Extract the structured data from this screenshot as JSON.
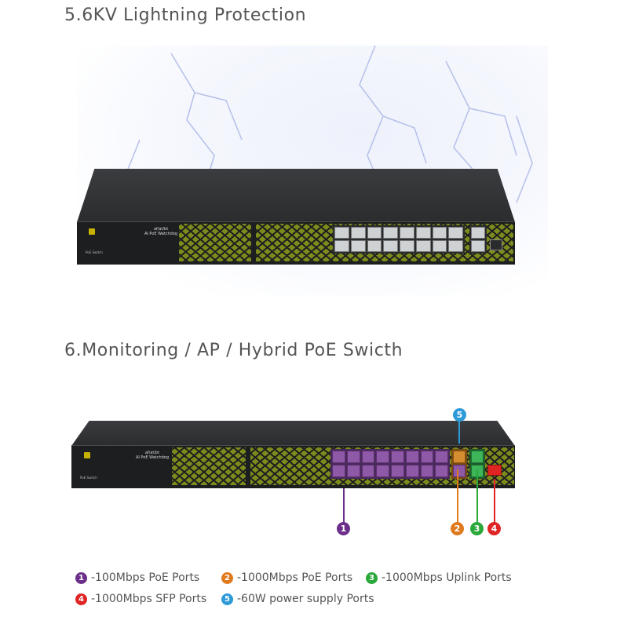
{
  "section1": {
    "heading": "5.6KV Lightning Protection"
  },
  "section2": {
    "heading": "6.Monitoring / AP / Hybrid PoE Swicth"
  },
  "switch_labels": {
    "model_line1": "af/at/bt",
    "model_line2": "AI PoE Watchdog",
    "product_name": "PoE Switch"
  },
  "callouts": [
    {
      "number": "1",
      "color": "#6b2e8a",
      "label": "-100Mbps PoE Ports"
    },
    {
      "number": "2",
      "color": "#e07a1f",
      "label": "-1000Mbps PoE Ports"
    },
    {
      "number": "3",
      "color": "#2aa83a",
      "label": "-1000Mbps Uplink Ports"
    },
    {
      "number": "4",
      "color": "#e02424",
      "label": "-1000Mbps SFP Ports"
    },
    {
      "number": "5",
      "color": "#2e9ad8",
      "label": "-60W power supply Ports"
    }
  ],
  "colors": {
    "panel_olive": "#7d8a1c",
    "chassis": "#1d1e20",
    "heading_text": "#555555"
  }
}
